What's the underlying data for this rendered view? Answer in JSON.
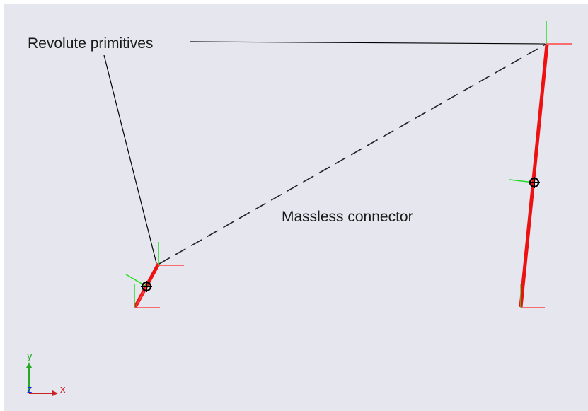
{
  "diagram": {
    "labels": {
      "revolute": "Revolute primitives",
      "connector": "Massless connector"
    },
    "triad": {
      "x_label": "x",
      "y_label": "y",
      "z_label": "z"
    }
  },
  "colors": {
    "background": "#e6e6ef",
    "link": "#ee1111",
    "frame_x": "#ff4444",
    "frame_y": "#22dd22",
    "frame_z": "#1a1aee",
    "annotation": "#000000",
    "connector": "#222222",
    "cg_marker": "#000000"
  },
  "icons": {
    "cg_marker": "center-of-gravity-icon",
    "triad": "axis-triad-icon"
  }
}
